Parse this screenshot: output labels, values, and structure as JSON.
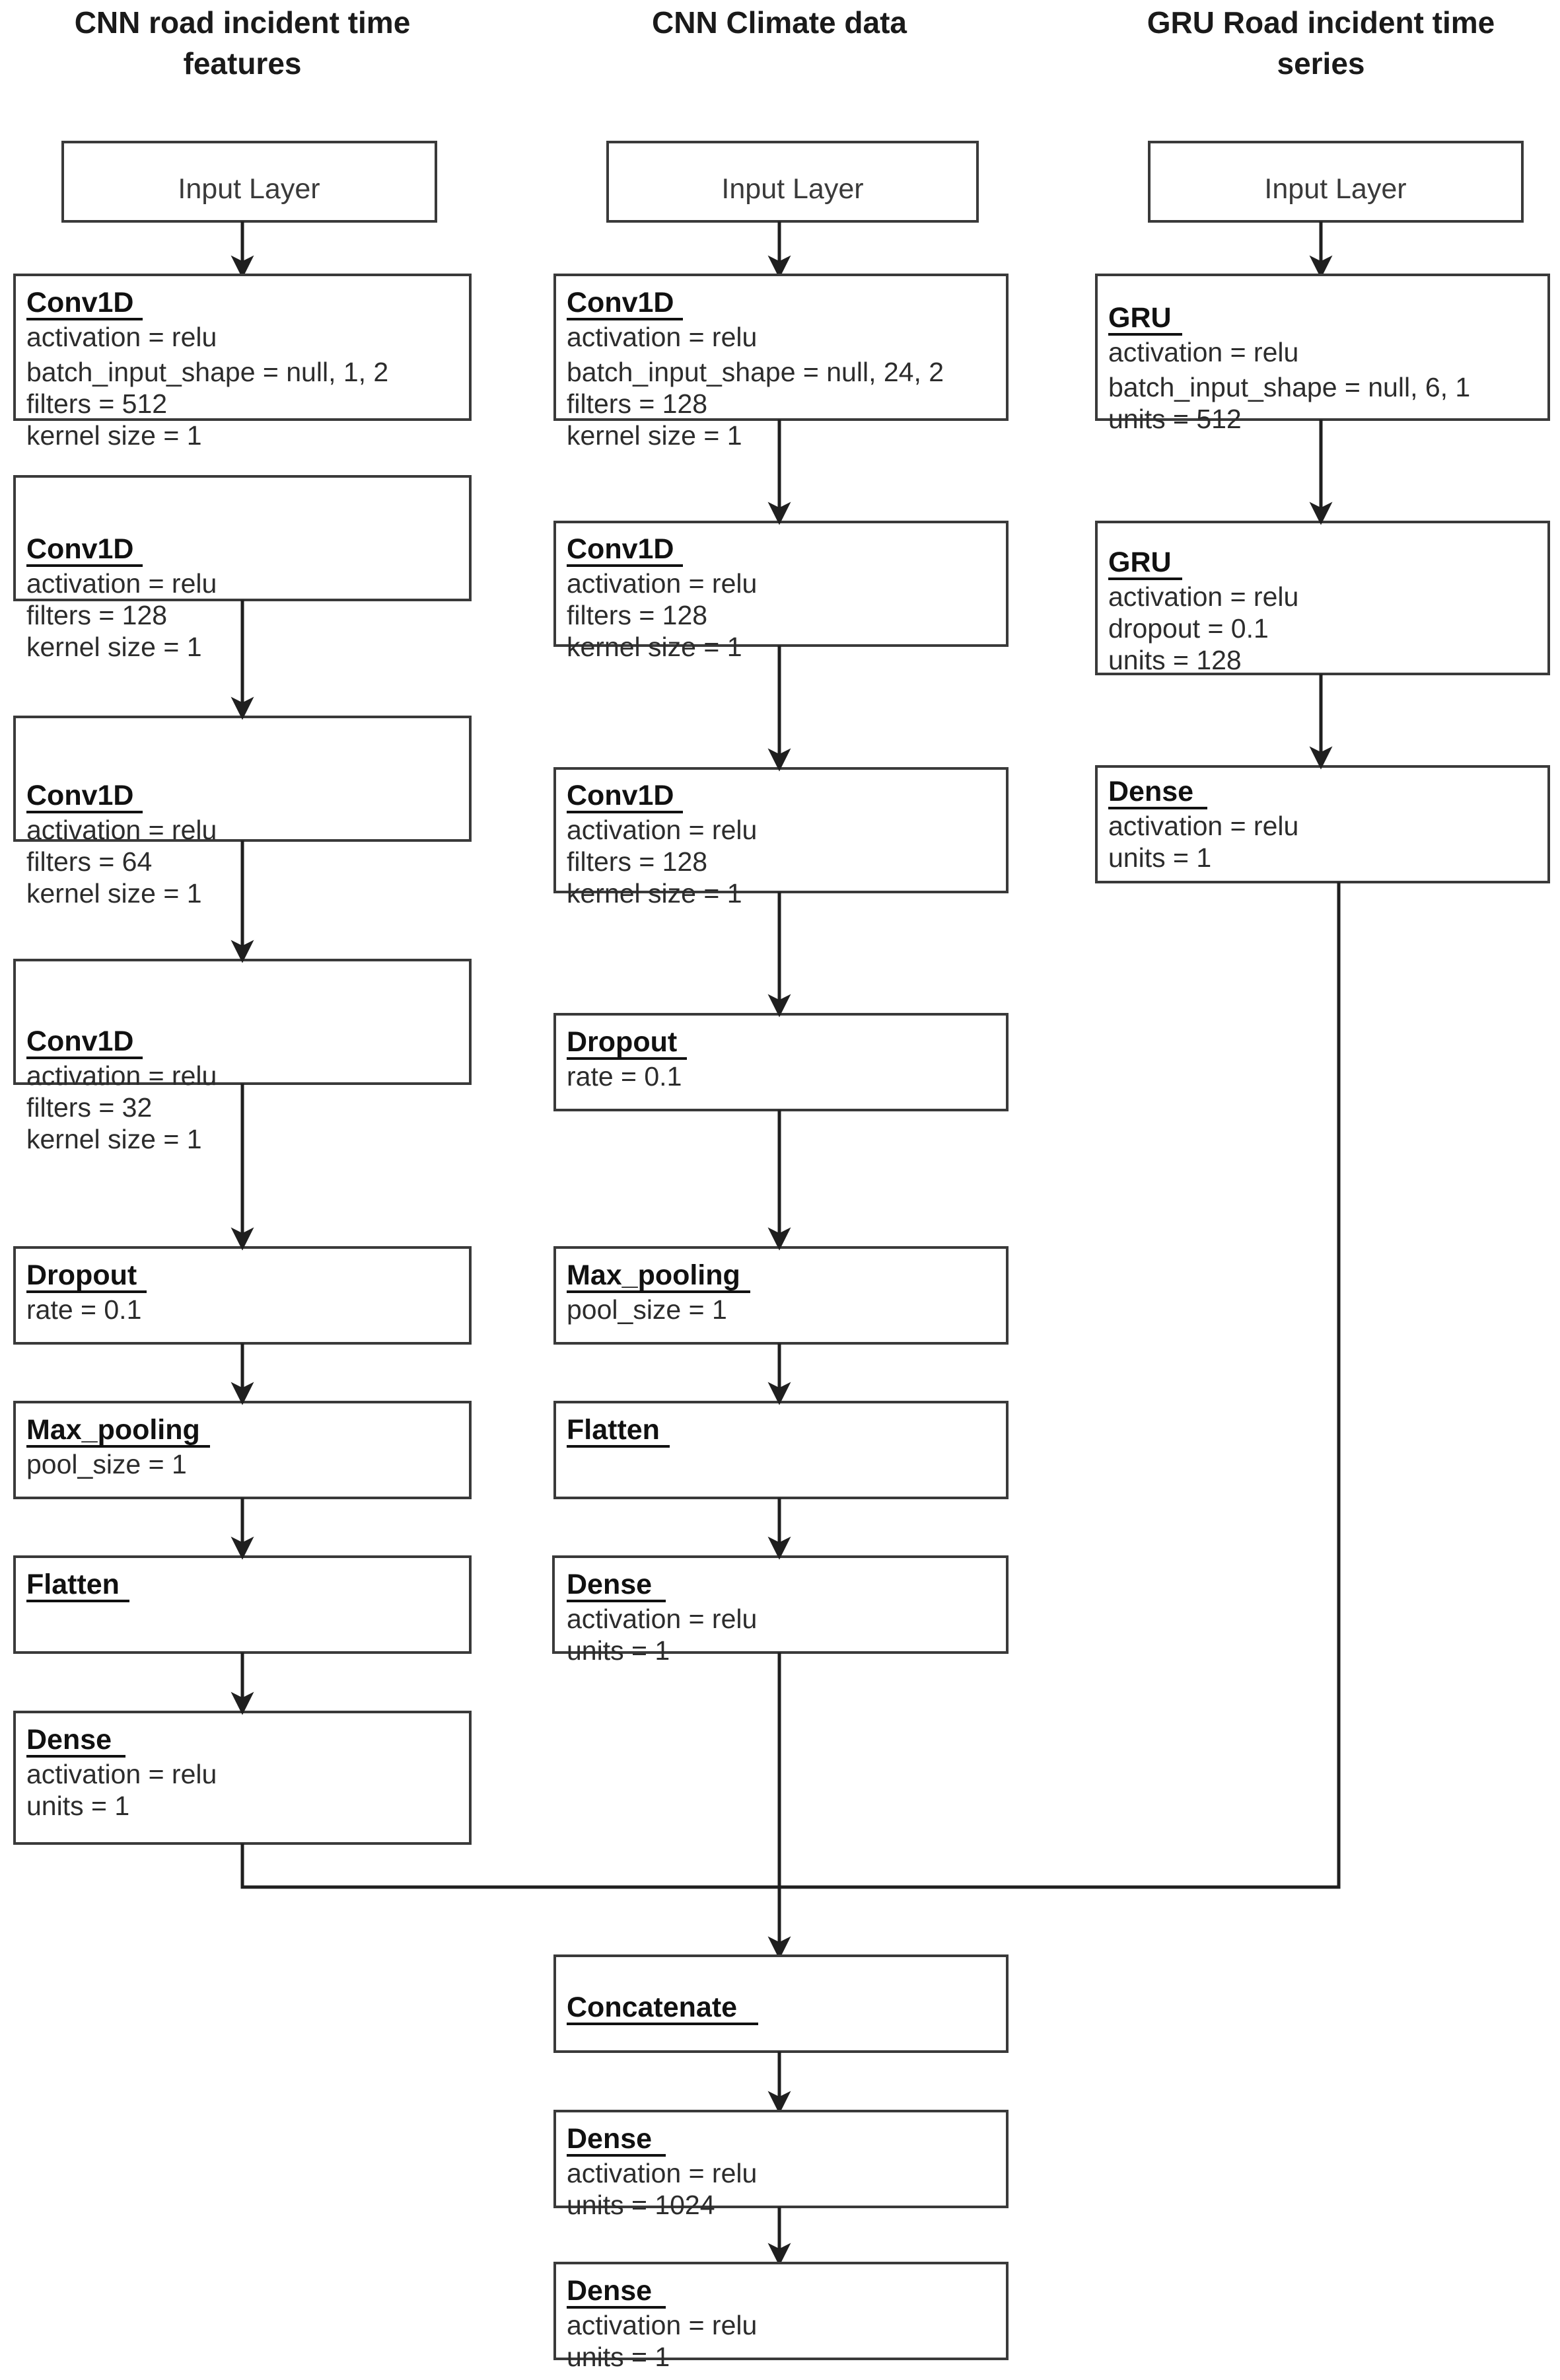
{
  "diagram": {
    "title": "Multi-branch CNN-GRU road incident prediction model",
    "background_color": "#ffffff",
    "line_color": "#1f1f1f",
    "box_border_color": "#3a3a3a",
    "box_fill_color": "#ffffff"
  },
  "columns": [
    {
      "id": "left",
      "title": "CNN road incident time features",
      "nodes": [
        {
          "id": "l0",
          "type": "input",
          "label": "Input Layer",
          "params": []
        },
        {
          "id": "l1",
          "type": "layer",
          "label": "Conv1D",
          "params": [
            "activation = relu",
            "batch_input_shape = null, 1, 2",
            "filters = 512",
            "kernel size = 1"
          ]
        },
        {
          "id": "l2",
          "type": "layer",
          "label": "Conv1D",
          "params": [
            "activation = relu",
            "filters = 128",
            "kernel size = 1"
          ]
        },
        {
          "id": "l3",
          "type": "layer",
          "label": "Conv1D",
          "params": [
            "activation = relu",
            "filters = 64",
            "kernel size = 1"
          ]
        },
        {
          "id": "l4",
          "type": "layer",
          "label": "Conv1D",
          "params": [
            "activation = relu",
            "filters = 32",
            "kernel size = 1"
          ]
        },
        {
          "id": "l5",
          "type": "layer",
          "label": "Dropout",
          "params": [
            "rate = 0.1"
          ]
        },
        {
          "id": "l6",
          "type": "layer",
          "label": "Max_pooling",
          "params": [
            "pool_size = 1"
          ]
        },
        {
          "id": "l7",
          "type": "layer",
          "label": "Flatten",
          "params": []
        },
        {
          "id": "l8",
          "type": "layer",
          "label": "Dense",
          "params": [
            "activation = relu",
            "units = 1"
          ]
        }
      ]
    },
    {
      "id": "middle",
      "title": "CNN Climate data",
      "nodes": [
        {
          "id": "m0",
          "type": "input",
          "label": "Input Layer",
          "params": []
        },
        {
          "id": "m1",
          "type": "layer",
          "label": "Conv1D",
          "params": [
            "activation = relu",
            "batch_input_shape = null, 24, 2",
            "filters = 128",
            "kernel size = 1"
          ]
        },
        {
          "id": "m2",
          "type": "layer",
          "label": "Conv1D",
          "params": [
            "activation = relu",
            "filters = 128",
            "kernel size = 1"
          ]
        },
        {
          "id": "m3",
          "type": "layer",
          "label": "Conv1D",
          "params": [
            "activation = relu",
            "filters = 128",
            "kernel size = 1"
          ]
        },
        {
          "id": "m4",
          "type": "layer",
          "label": "Dropout",
          "params": [
            "rate = 0.1"
          ]
        },
        {
          "id": "m5",
          "type": "layer",
          "label": "Max_pooling",
          "params": [
            "pool_size = 1"
          ]
        },
        {
          "id": "m6",
          "type": "layer",
          "label": "Flatten",
          "params": []
        },
        {
          "id": "m7",
          "type": "layer",
          "label": "Dense",
          "params": [
            "activation = relu",
            "units = 1"
          ]
        }
      ]
    },
    {
      "id": "right",
      "title": "GRU Road incident  time series",
      "nodes": [
        {
          "id": "r0",
          "type": "input",
          "label": "Input Layer",
          "params": []
        },
        {
          "id": "r1",
          "type": "layer",
          "label": "GRU",
          "params": [
            "activation = relu",
            "batch_input_shape = null, 6, 1",
            "units = 512"
          ]
        },
        {
          "id": "r2",
          "type": "layer",
          "label": "GRU",
          "params": [
            "activation = relu",
            "dropout = 0.1",
            "units = 128"
          ]
        },
        {
          "id": "r3",
          "type": "layer",
          "label": "Dense",
          "params": [
            "activation = relu",
            "units = 1"
          ]
        }
      ]
    }
  ],
  "merge": {
    "nodes": [
      {
        "id": "c0",
        "type": "layer",
        "label": "Concatenate",
        "params": []
      },
      {
        "id": "c1",
        "type": "layer",
        "label": "Dense",
        "params": [
          "activation = relu",
          "units = 1024"
        ]
      },
      {
        "id": "c2",
        "type": "layer",
        "label": "Dense",
        "params": [
          "activation = relu",
          "units = 1"
        ]
      }
    ]
  }
}
